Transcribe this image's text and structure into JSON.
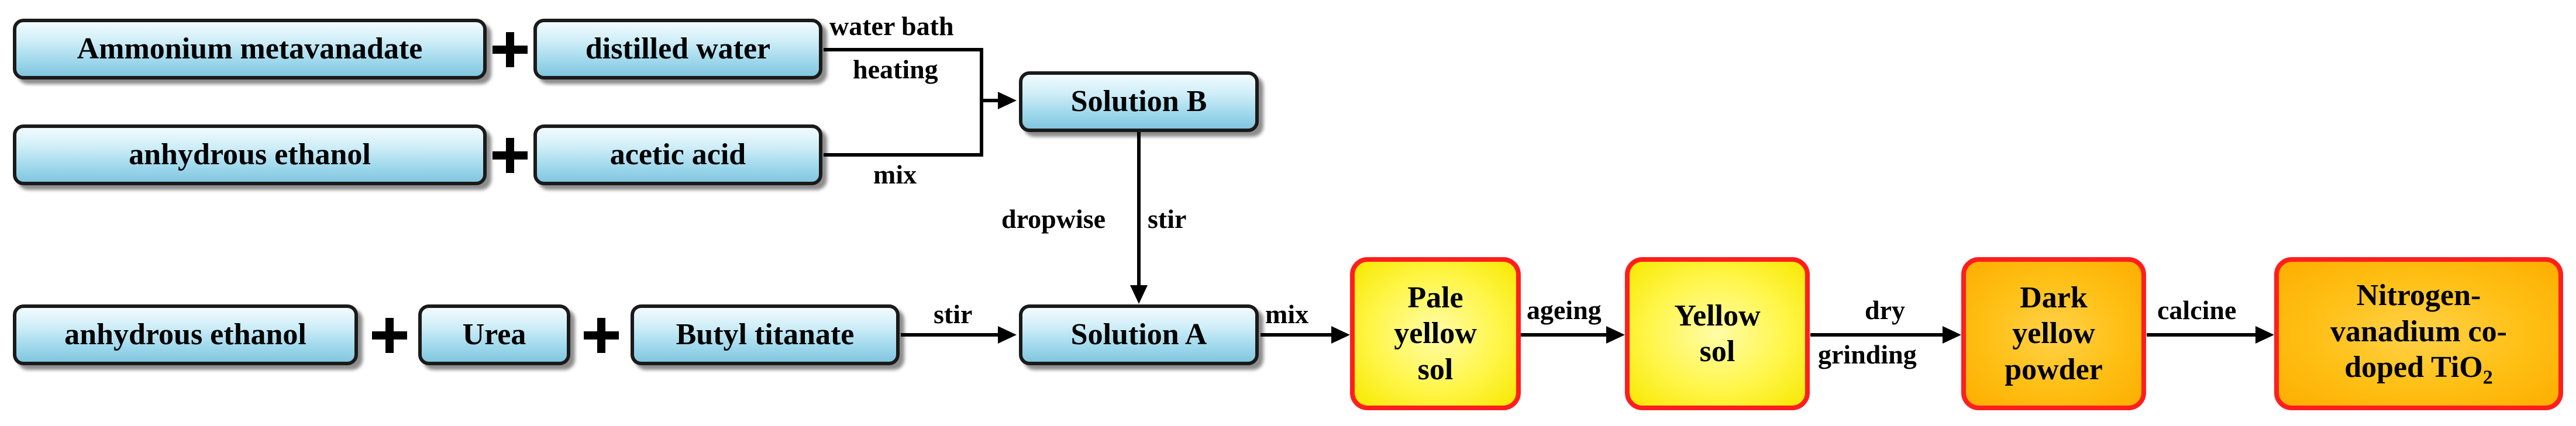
{
  "nodes": {
    "ammonium_metavanadate": "Ammonium metavanadate",
    "distilled_water": "distilled water",
    "anhydrous_ethanol_top": "anhydrous ethanol",
    "acetic_acid": "acetic acid",
    "solution_b": "Solution B",
    "anhydrous_ethanol_bottom": "anhydrous ethanol",
    "urea": "Urea",
    "butyl_titanate": "Butyl titanate",
    "solution_a": "Solution A",
    "pale_yellow_sol": [
      "Pale",
      "yellow",
      "sol"
    ],
    "yellow_sol": [
      "Yellow",
      "sol"
    ],
    "dark_yellow_powder": [
      "Dark",
      "yellow",
      "powder"
    ],
    "final_product": {
      "line1": "Nitrogen-",
      "line2": "vanadium co-",
      "line3_prefix": "doped TiO",
      "line3_subscript": "2"
    }
  },
  "edge_labels": {
    "water_bath": "water bath",
    "heating": "heating",
    "mix_top": "mix",
    "dropwise": "dropwise",
    "stir_vertical": "stir",
    "stir_horizontal": "stir",
    "mix_to_pale": "mix",
    "ageing": "ageing",
    "dry": "dry",
    "grinding": "grinding",
    "calcine": "calcine"
  },
  "colors": {
    "blue_box_fill": "#9fd8ec",
    "yellow_box_fill": "#fff64a",
    "orange_box_fill": "#ffbf14",
    "highlight_border": "#ff1e1e",
    "line": "#000000"
  }
}
